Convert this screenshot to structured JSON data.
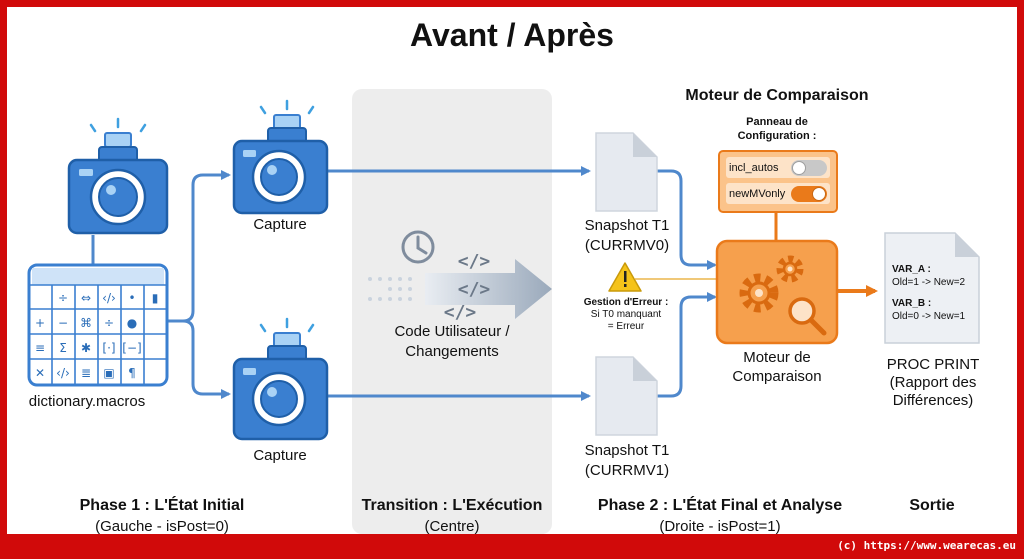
{
  "title": "Avant / Après",
  "left": {
    "dictionary_label": "dictionary.macros",
    "capture_top_label": "Capture",
    "capture_bottom_label": "Capture"
  },
  "transition": {
    "code_label_line1": "Code Utilisateur /",
    "code_label_line2": "Changements"
  },
  "snapshots": {
    "t1_top_line1": "Snapshot T1",
    "t1_top_line2": "(CURRMV0)",
    "t1_bottom_line1": "Snapshot T1",
    "t1_bottom_line2": "(CURRMV1)"
  },
  "error": {
    "line1": "Gestion d'Erreur :",
    "line2": "Si T0 manquant",
    "line3": "= Erreur"
  },
  "engine": {
    "header": "Moteur de Comparaison",
    "config_title_line1": "Panneau de",
    "config_title_line2": "Configuration :",
    "toggle1_label": "incl_autos",
    "toggle1_on": false,
    "toggle2_label": "newMVonly",
    "toggle2_on": true,
    "box_label_line1": "Moteur de",
    "box_label_line2": "Comparaison"
  },
  "output": {
    "var_a_title": "VAR_A :",
    "var_a_value": "Old=1 -> New=2",
    "var_b_title": "VAR_B :",
    "var_b_value": "Old=0 -> New=1",
    "label_line1": "PROC PRINT",
    "label_line2": "(Rapport des",
    "label_line3": "Différences)"
  },
  "phases": {
    "phase1_title": "Phase 1 : L'État Initial",
    "phase1_sub": "(Gauche - isPost=0)",
    "transition_title": "Transition : L'Exécution",
    "transition_sub": "(Centre)",
    "phase2_title": "Phase 2 : L'État Final et Analyse",
    "phase2_sub": "(Droite - isPost=1)",
    "output_title": "Sortie"
  },
  "footer": "(c) https://www.wearecas.eu",
  "colors": {
    "frame_red": "#d10a0a",
    "camera_blue": "#3a7fd0",
    "arrow_blue": "#4f88cc",
    "engine_orange": "#f6a04d",
    "engine_border": "#ea7a1a",
    "band_gray": "#ededed",
    "warning_yellow": "#f5c31a"
  },
  "icons": [
    "camera-icon",
    "calculator-grid-icon",
    "clock-icon",
    "code-icon",
    "document-icon",
    "warning-icon",
    "gear-icon",
    "magnifier-icon",
    "toggle-icon"
  ]
}
